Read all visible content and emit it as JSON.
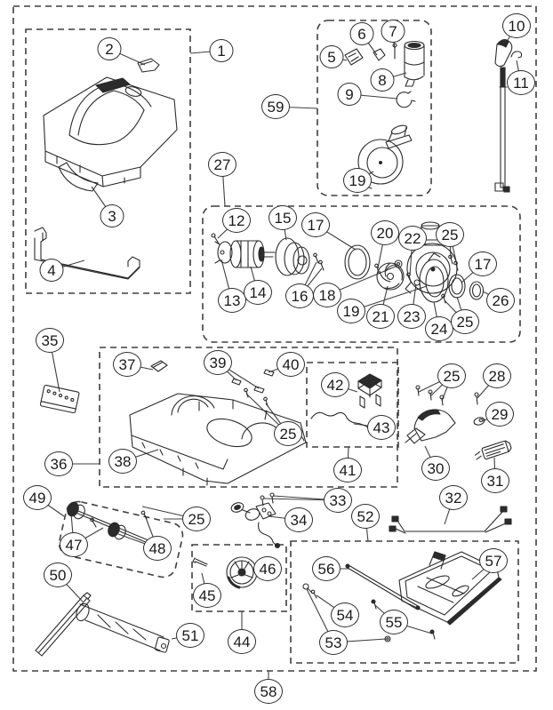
{
  "diagram": {
    "kind": "exploded-parts-diagram",
    "background": "#ffffff",
    "line_color": "#2b2b2b",
    "dash_color": "#3f3f3f",
    "callout_text_color": "#1a1a1a"
  },
  "boxes": {
    "outer_label": "58",
    "group_labels": [
      "1",
      "59",
      "27",
      "36",
      "41",
      "49",
      "44",
      "52"
    ]
  },
  "callouts": [
    {
      "label": "2"
    },
    {
      "label": "1"
    },
    {
      "label": "3"
    },
    {
      "label": "4"
    },
    {
      "label": "5"
    },
    {
      "label": "6"
    },
    {
      "label": "7"
    },
    {
      "label": "8"
    },
    {
      "label": "9"
    },
    {
      "label": "19"
    },
    {
      "label": "59"
    },
    {
      "label": "10"
    },
    {
      "label": "11"
    },
    {
      "label": "27"
    },
    {
      "label": "12"
    },
    {
      "label": "15"
    },
    {
      "label": "17"
    },
    {
      "label": "13"
    },
    {
      "label": "14"
    },
    {
      "label": "16"
    },
    {
      "label": "18"
    },
    {
      "label": "19"
    },
    {
      "label": "20"
    },
    {
      "label": "22"
    },
    {
      "label": "25"
    },
    {
      "label": "17"
    },
    {
      "label": "21"
    },
    {
      "label": "23"
    },
    {
      "label": "24"
    },
    {
      "label": "25"
    },
    {
      "label": "26"
    },
    {
      "label": "35"
    },
    {
      "label": "37"
    },
    {
      "label": "39"
    },
    {
      "label": "40"
    },
    {
      "label": "25"
    },
    {
      "label": "36"
    },
    {
      "label": "38"
    },
    {
      "label": "42"
    },
    {
      "label": "43"
    },
    {
      "label": "41"
    },
    {
      "label": "25"
    },
    {
      "label": "28"
    },
    {
      "label": "29"
    },
    {
      "label": "30"
    },
    {
      "label": "31"
    },
    {
      "label": "32"
    },
    {
      "label": "49"
    },
    {
      "label": "47"
    },
    {
      "label": "48"
    },
    {
      "label": "25"
    },
    {
      "label": "33"
    },
    {
      "label": "34"
    },
    {
      "label": "52"
    },
    {
      "label": "50"
    },
    {
      "label": "45"
    },
    {
      "label": "46"
    },
    {
      "label": "44"
    },
    {
      "label": "51"
    },
    {
      "label": "56"
    },
    {
      "label": "57"
    },
    {
      "label": "54"
    },
    {
      "label": "55"
    },
    {
      "label": "53"
    },
    {
      "label": "58"
    }
  ]
}
